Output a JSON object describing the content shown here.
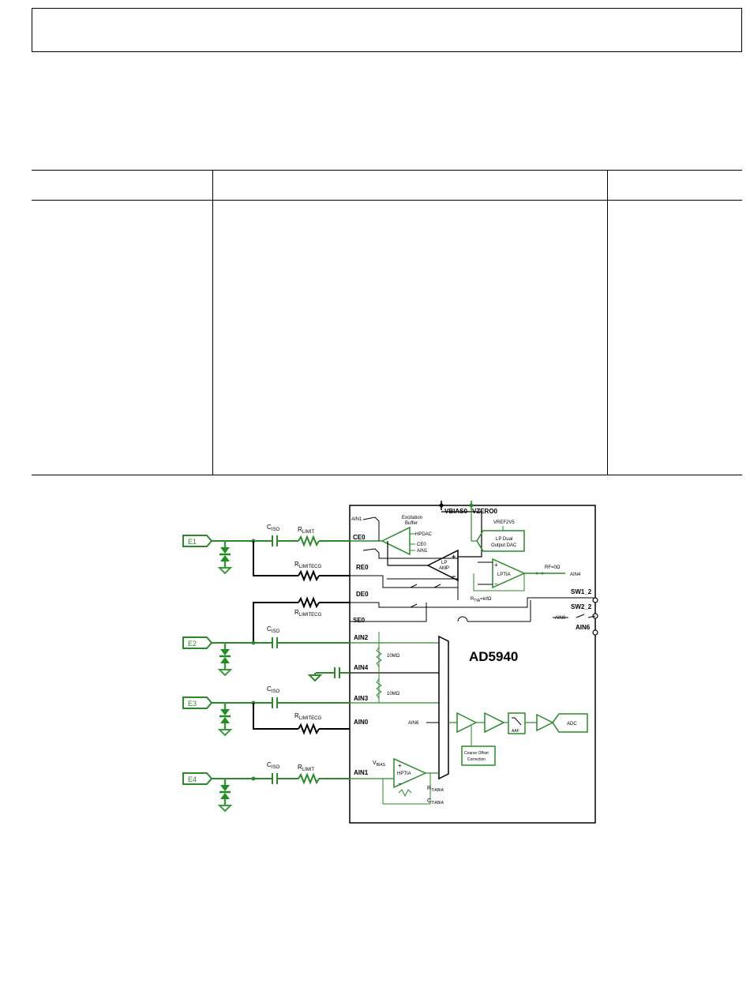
{
  "figure": {
    "electrodes": [
      "E1",
      "E2",
      "E3",
      "E4"
    ],
    "chip_name": "AD5940",
    "pins": {
      "ce0": "CE0",
      "re0": "RE0",
      "de0": "DE0",
      "se0": "SE0",
      "ain2": "AIN2",
      "ain4": "AIN4",
      "ain3": "AIN3",
      "ain0": "AIN0",
      "ain1": "AIN1",
      "vbias0": "VBIAS0",
      "vzero0": "VZERO0",
      "sw1_2": "SW1_2",
      "sw2_2": "SW2_2",
      "ain6": "AIN6"
    },
    "components": {
      "c_iso": "C",
      "c_iso_sub": "ISO",
      "r_limit": "R",
      "r_limit_sub": "LIMIT",
      "r_limit_ecg_sub": "LIMITECG",
      "res_10m": "10MΩ"
    },
    "blocks": {
      "excitation_buffer_1": "Excitation",
      "excitation_buffer_2": "Buffer",
      "hpdac": "HPDAC",
      "ce0_small": "CE0",
      "ain1_small": "AIN1",
      "ain_small": "AIN1",
      "lp_amp_1": "LP",
      "lp_amp_2": "AMP",
      "vref": "VREF2V5",
      "lp_dac_1": "LP Dual",
      "lp_dac_2": "Output DAC",
      "lptia": "LPTIA",
      "rf": "RF=0Ω",
      "ain4_small": "AIN4",
      "rtia": "R",
      "rtia_sub": "TIA",
      "rtia_val": "=infΩ",
      "ain0_small": "AIN0",
      "ain6_mux": "AIN6",
      "hptia": "HPTIA",
      "vbias": "V",
      "vbias_sub": "BIAS",
      "rtia_bia": "R",
      "rtia_bia_sub": "TIABIA",
      "ctia_bia": "C",
      "ctia_bia_sub": "TIABIA",
      "coarse_1": "Coarse Offset",
      "coarse_2": "Correction",
      "aaf": "AAF",
      "adc": "ADC",
      "plus": "+",
      "minus": "−"
    }
  }
}
